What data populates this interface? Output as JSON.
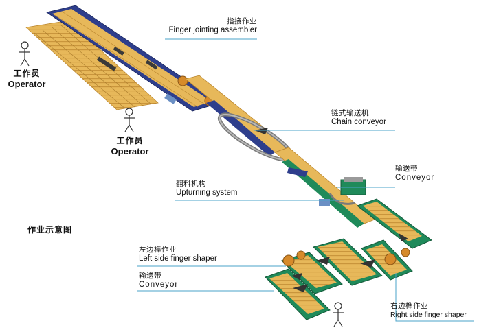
{
  "labels": {
    "finger_jointing": {
      "zh": "指接作业",
      "en": "Finger jointing assembler"
    },
    "chain_conveyor": {
      "zh": "链式输送机",
      "en": "Chain conveyor"
    },
    "conveyor_top": {
      "zh": "输送带",
      "en": "Conveyor"
    },
    "upturning": {
      "zh": "翻料机构",
      "en": "Upturning system"
    },
    "left_shaper": {
      "zh": "左边榫作业",
      "en": "Left side finger shaper"
    },
    "conveyor_bottom": {
      "zh": "输送带",
      "en": "Conveyor"
    },
    "right_shaper": {
      "zh": "右边榫作业",
      "en": "Right side finger shaper"
    }
  },
  "operators": [
    {
      "zh": "工作员",
      "en": "Operator"
    },
    {
      "zh": "工作员",
      "en": "Operator"
    }
  ],
  "caption": "作业示意图",
  "colors": {
    "wood": "#e7b85a",
    "wood_dark": "#b9852e",
    "belt_blue": "#2e3e8c",
    "belt_green": "#1f8a5a",
    "leader_line": "#4aa3c8",
    "arrow": "#333333"
  }
}
